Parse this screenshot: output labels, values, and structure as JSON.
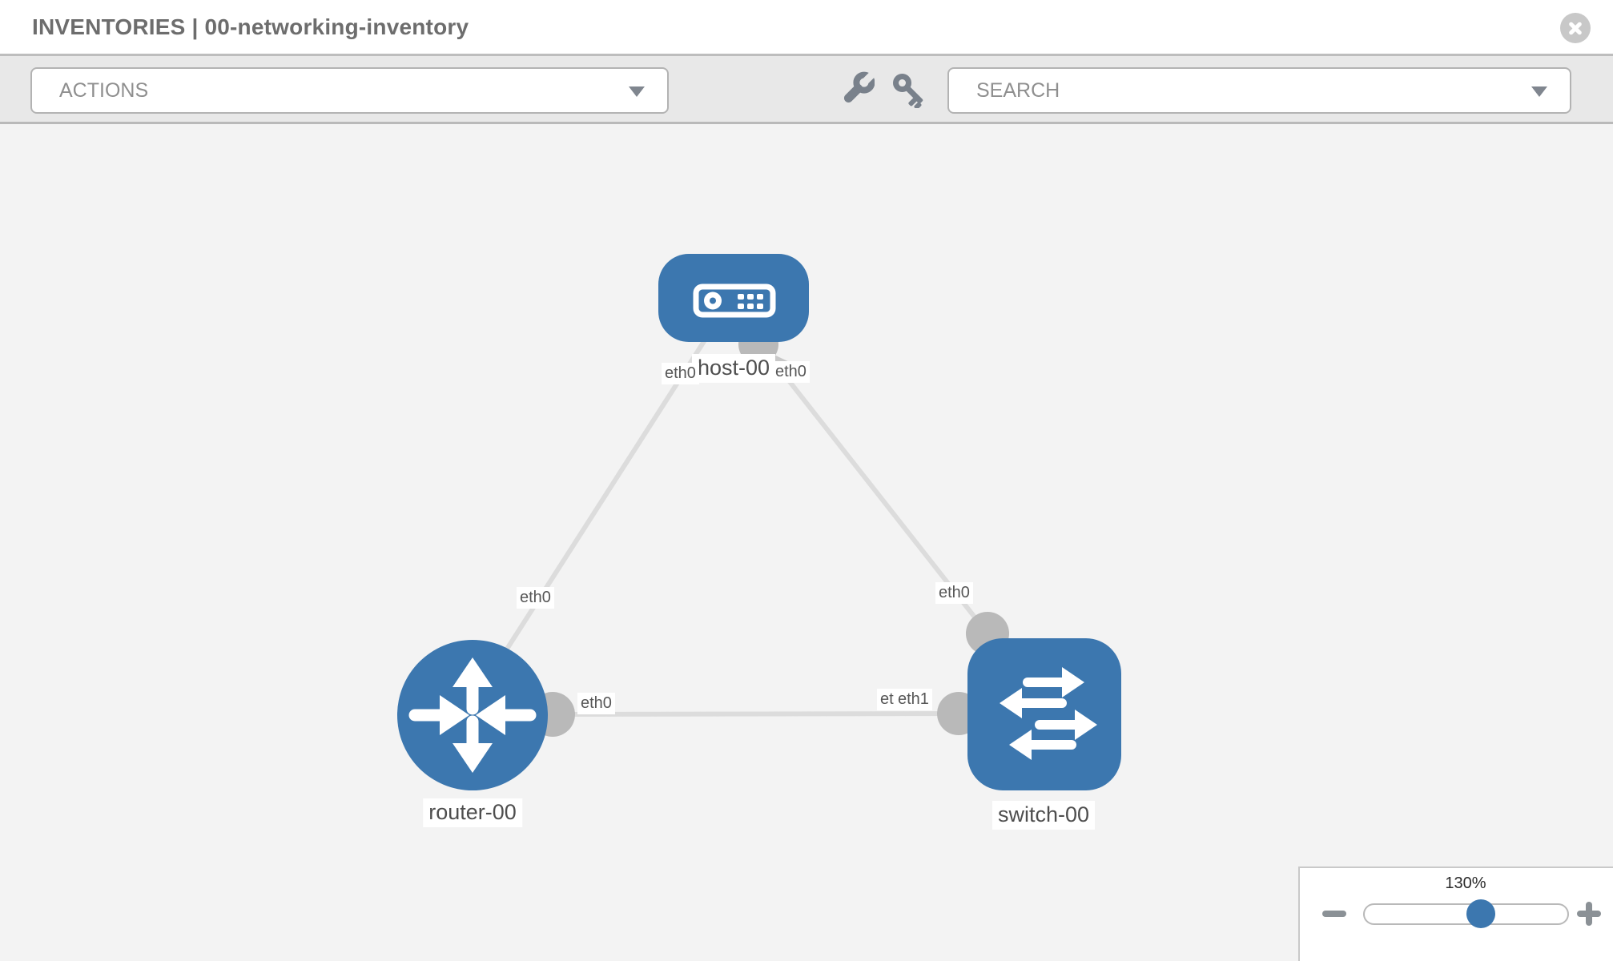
{
  "header": {
    "title": "INVENTORIES | 00-networking-inventory"
  },
  "toolbar": {
    "actions": {
      "label": "ACTIONS"
    },
    "search": {
      "label": "SEARCH"
    },
    "icons": {
      "wrench": "wrench",
      "key": "key"
    }
  },
  "topology": {
    "nodes": [
      {
        "id": "host-00",
        "type": "host",
        "label": "host-00"
      },
      {
        "id": "router-00",
        "type": "router",
        "label": "router-00"
      },
      {
        "id": "switch-00",
        "type": "switch",
        "label": "switch-00"
      }
    ],
    "links": [
      {
        "from": "host-00",
        "to": "router-00",
        "from_interface": "eth0",
        "to_interface": "eth0"
      },
      {
        "from": "host-00",
        "to": "switch-00",
        "from_interface": "eth0",
        "to_interface": "eth0"
      },
      {
        "from": "router-00",
        "to": "switch-00",
        "from_interface": "eth0",
        "to_interface": "eth1"
      }
    ],
    "iface_labels": {
      "host_left": "eth0",
      "host_right": "eth0",
      "host_router_mid": "eth0",
      "host_switch_mid": "eth0",
      "router_right": "eth0",
      "switch_behind": "eth0",
      "switch_front": "eth1"
    }
  },
  "zoom_control": {
    "value": "130%",
    "percent": 130
  },
  "colors": {
    "node_blue": "#3c77af",
    "link_gray": "#dcdcdc",
    "interface_gray": "#b9b9b9",
    "toolbar_gray": "#e8e8e8",
    "panel_border": "#c9c9c9"
  }
}
